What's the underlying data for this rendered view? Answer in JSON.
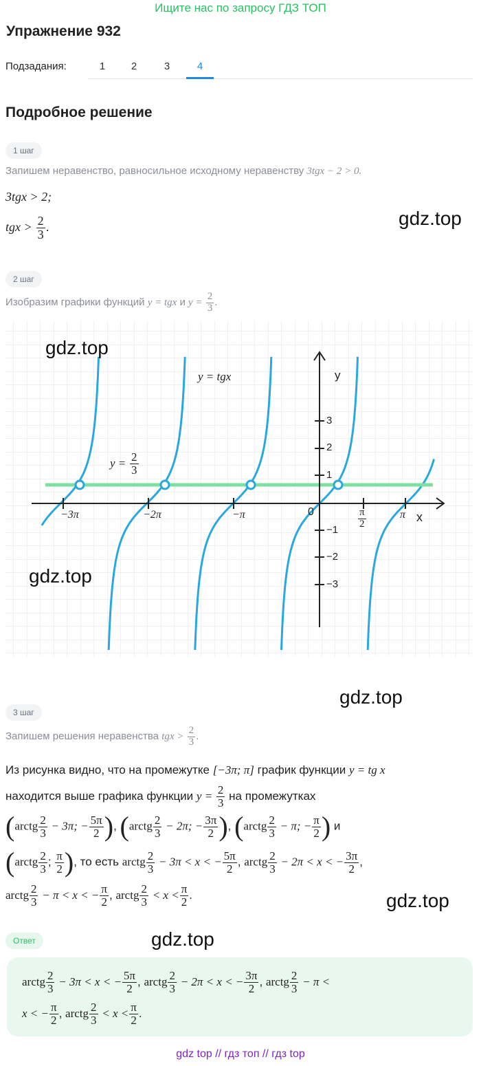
{
  "banner": "Ищите нас по запросу ГДЗ ТОП",
  "title": "Упражнение 932",
  "subtasks": {
    "label": "Подзадания:",
    "items": [
      "1",
      "2",
      "3",
      "4"
    ],
    "active": "4"
  },
  "section_title": "Подробное решение",
  "watermark": "gdz.top",
  "step1": {
    "badge": "1 шаг",
    "intro": "Запишем неравенство, равносильное исходному неравенству",
    "intro_math": "3tgx − 2 > 0.",
    "line1": "3tgx > 2;",
    "line2_left": "tgx >",
    "frac_num": "2",
    "frac_den": "3",
    "line2_end": "."
  },
  "step2": {
    "badge": "2 шаг",
    "intro": "Изобразим графики функций",
    "func1": "y = tgx",
    "conj": "и",
    "func2_left": "y =",
    "frac_num": "2",
    "frac_den": "3",
    "end": "."
  },
  "graph": {
    "label_tg": "y = tgx",
    "label_line_left": "y =",
    "label_line_num": "2",
    "label_line_den": "3",
    "axis_x": "x",
    "axis_y": "y",
    "origin": "0",
    "y_ticks_pos": [
      "1",
      "2",
      "3"
    ],
    "y_ticks_neg": [
      "−1",
      "−2",
      "−3"
    ],
    "x_labels": [
      "−3π",
      "−2π",
      "−π",
      "π"
    ],
    "x_half_num": "π",
    "x_half_den": "2",
    "tg_color": "#29a8e0",
    "line_color": "#7ee0a0"
  },
  "step3": {
    "badge": "3 шаг",
    "intro": "Запишем решения неравенства",
    "intro_math": "tgx >",
    "frac_num": "2",
    "frac_den": "3",
    "end": ".",
    "p1_a": "Из рисунка видно, что на промежутке",
    "p1_interval": "[−3π; π]",
    "p1_b": "график функции",
    "p1_func": "y = tg x",
    "p2_a": "находится выше графика функции",
    "p2_func": "y =",
    "p2_b": "на промежутках",
    "i1_a": "arctg",
    "i1_b": "− 3π; −",
    "i1_n": "5π",
    "i2_a": "arctg",
    "i2_b": "− 2π; −",
    "i2_n": "3π",
    "i3_a": "arctg",
    "i3_b": "− π; −",
    "i3_n": "π",
    "and": "и",
    "i4_a": "arctg",
    "that_is": ", то есть",
    "r1": "− 3π < x < −",
    "r2": "− 2π < x < −",
    "r3": "− π < x < −",
    "r4": "< x <",
    "n5pi": "5π",
    "n3pi": "3π",
    "npi": "π",
    "two": "2",
    "three": "3"
  },
  "answer": {
    "badge": "Ответ",
    "arctg": "arctg",
    "r1": "− 3π < x < −",
    "r2": "− 2π < x < −",
    "r3": "− π <",
    "r3b": "x < −",
    "r4": "< x <"
  },
  "footer": "gdz top  //  гдз топ  //  гдз top"
}
